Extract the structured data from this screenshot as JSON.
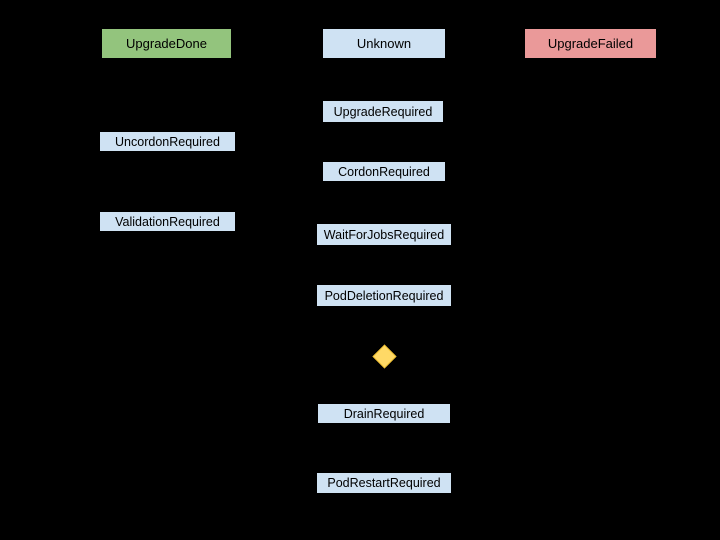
{
  "diagram": {
    "background_color": "#000000",
    "colors": {
      "state_default": "#cfe2f3",
      "state_done": "#93c47d",
      "state_failed": "#ea9999",
      "decision": "#ffd966",
      "text": "#000000"
    },
    "nodes": [
      {
        "id": "upgrade-done",
        "label": "UpgradeDone",
        "kind": "state",
        "color": "#93c47d"
      },
      {
        "id": "unknown",
        "label": "Unknown",
        "kind": "state",
        "color": "#cfe2f3"
      },
      {
        "id": "upgrade-failed",
        "label": "UpgradeFailed",
        "kind": "state",
        "color": "#ea9999"
      },
      {
        "id": "upgrade-required",
        "label": "UpgradeRequired",
        "kind": "state",
        "color": "#cfe2f3"
      },
      {
        "id": "uncordon-required",
        "label": "UncordonRequired",
        "kind": "state",
        "color": "#cfe2f3"
      },
      {
        "id": "cordon-required",
        "label": "CordonRequired",
        "kind": "state",
        "color": "#cfe2f3"
      },
      {
        "id": "validation-required",
        "label": "ValidationRequired",
        "kind": "state",
        "color": "#cfe2f3"
      },
      {
        "id": "waitforjobs-required",
        "label": "WaitForJobsRequired",
        "kind": "state",
        "color": "#cfe2f3"
      },
      {
        "id": "poddeletion-required",
        "label": "PodDeletionRequired",
        "kind": "state",
        "color": "#cfe2f3"
      },
      {
        "id": "decision",
        "label": "",
        "kind": "decision",
        "color": "#ffd966"
      },
      {
        "id": "drain-required",
        "label": "DrainRequired",
        "kind": "state",
        "color": "#cfe2f3"
      },
      {
        "id": "podrestart-required",
        "label": "PodRestartRequired",
        "kind": "state",
        "color": "#cfe2f3"
      }
    ]
  }
}
